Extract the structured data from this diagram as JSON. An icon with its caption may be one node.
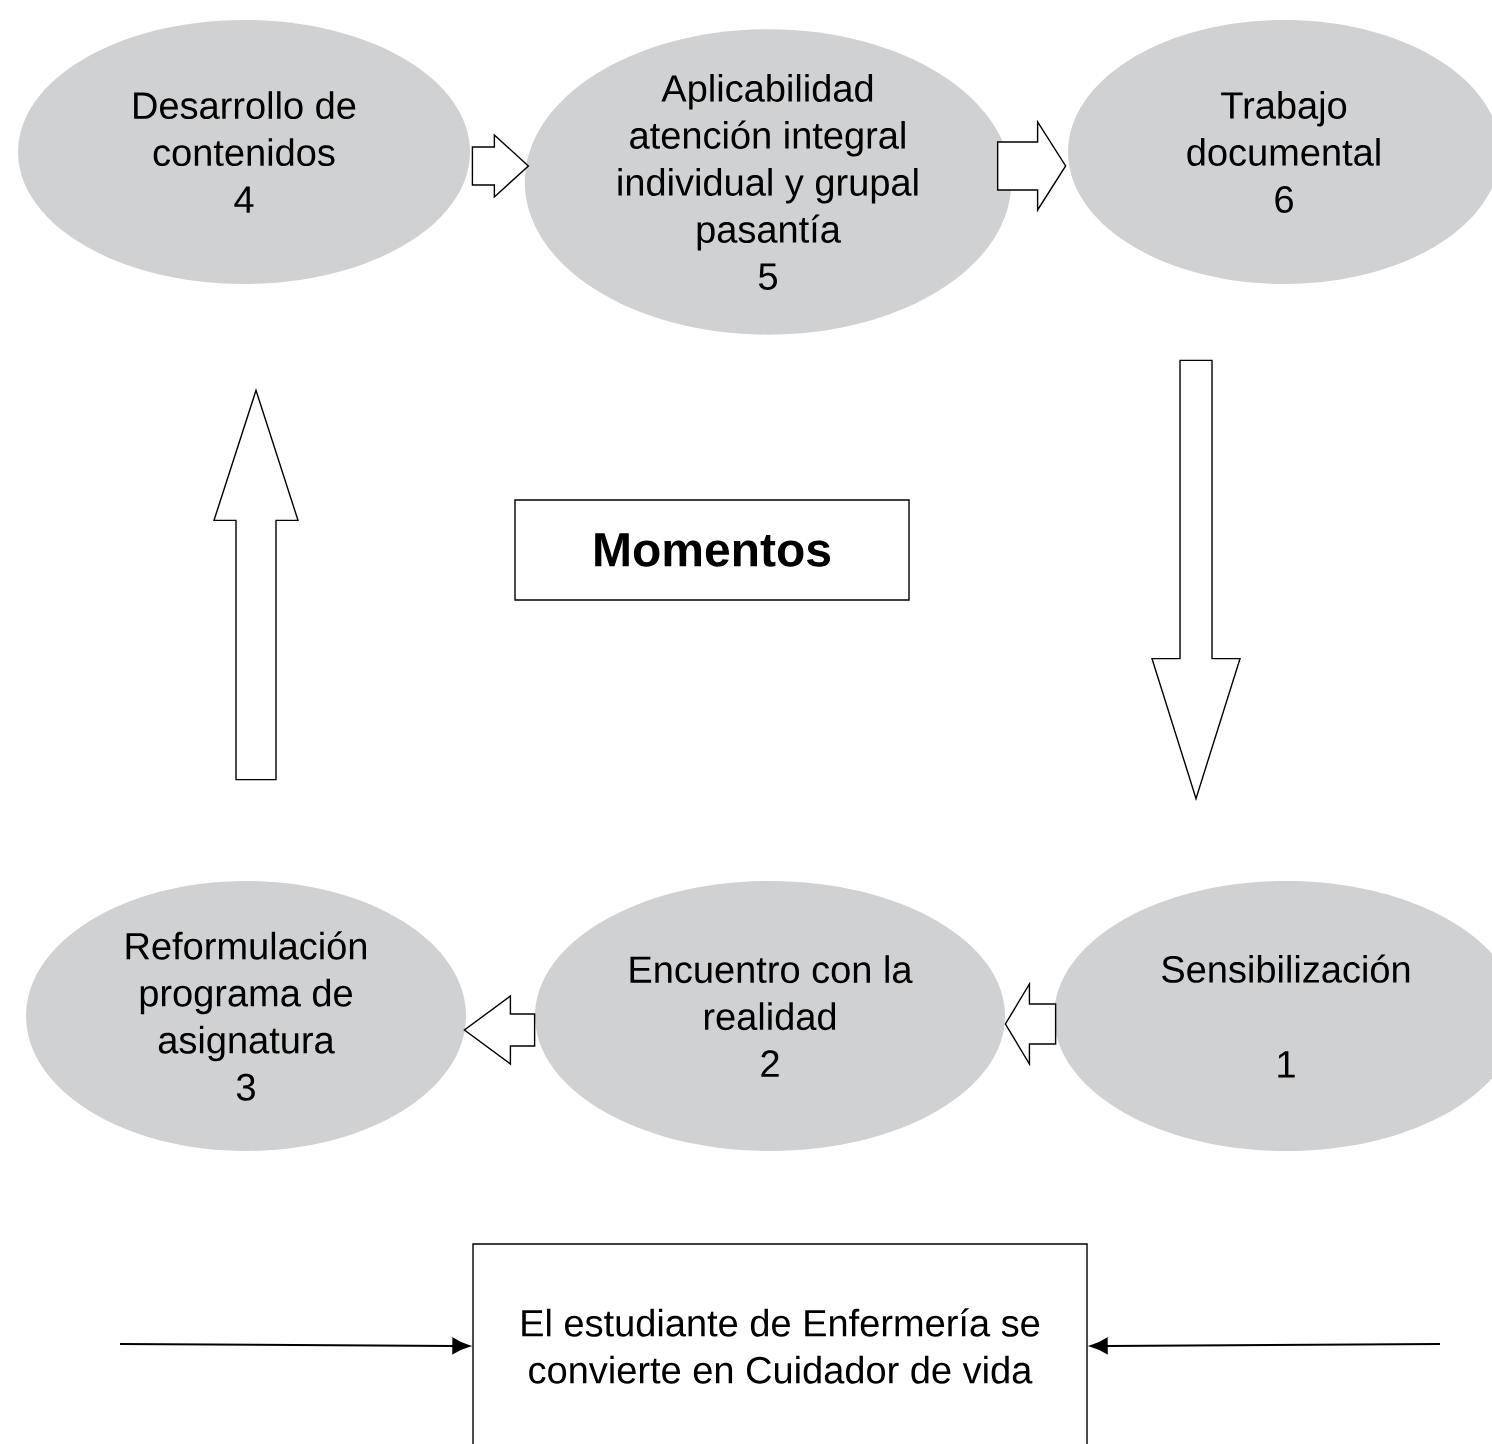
{
  "diagram": {
    "nodes": [
      {
        "text": [
          "Desarrollo de contenidos",
          "4"
        ]
      },
      {
        "text": [
          "Aplicabilidad atención integral individual y grupal pasantía",
          "5"
        ]
      },
      {
        "text": [
          "Trabajo documental",
          "6"
        ]
      },
      {
        "text": [
          "Momentos"
        ]
      },
      {
        "text": [
          "Reformulación programa de asignatura",
          "3"
        ]
      },
      {
        "text": [
          "Encuentro con la realidad",
          "2"
        ]
      },
      {
        "text": [
          "Sensibilización",
          "1"
        ]
      },
      {
        "text": [
          "El estudiante de Enfermería se convierte en Cuidador de vida"
        ]
      }
    ],
    "edges": [
      {
        "from": 0,
        "to": 1,
        "arrow": "to"
      },
      {
        "from": 1,
        "to": 2,
        "arrow": "to"
      },
      {
        "from": 2,
        "to": 6,
        "arrow": "to"
      },
      {
        "from": 6,
        "to": 5,
        "arrow": "to"
      },
      {
        "from": 5,
        "to": 4,
        "arrow": "to"
      },
      {
        "from": 4,
        "to": 0,
        "arrow": "to"
      },
      {
        "from": null,
        "to": 7,
        "arrow": "to"
      },
      {
        "from": null,
        "to": 7,
        "arrow": "to"
      }
    ]
  }
}
